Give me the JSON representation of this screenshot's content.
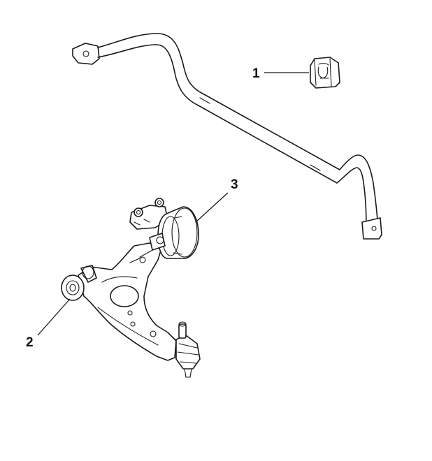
{
  "callouts": [
    {
      "id": "stabilizer-bushing",
      "label": "1"
    },
    {
      "id": "control-arm-front-bushing",
      "label": "2"
    },
    {
      "id": "control-arm-rear-bushing",
      "label": "3"
    }
  ],
  "colors": {
    "ink": "#1a1a1a",
    "background": "#ffffff"
  }
}
